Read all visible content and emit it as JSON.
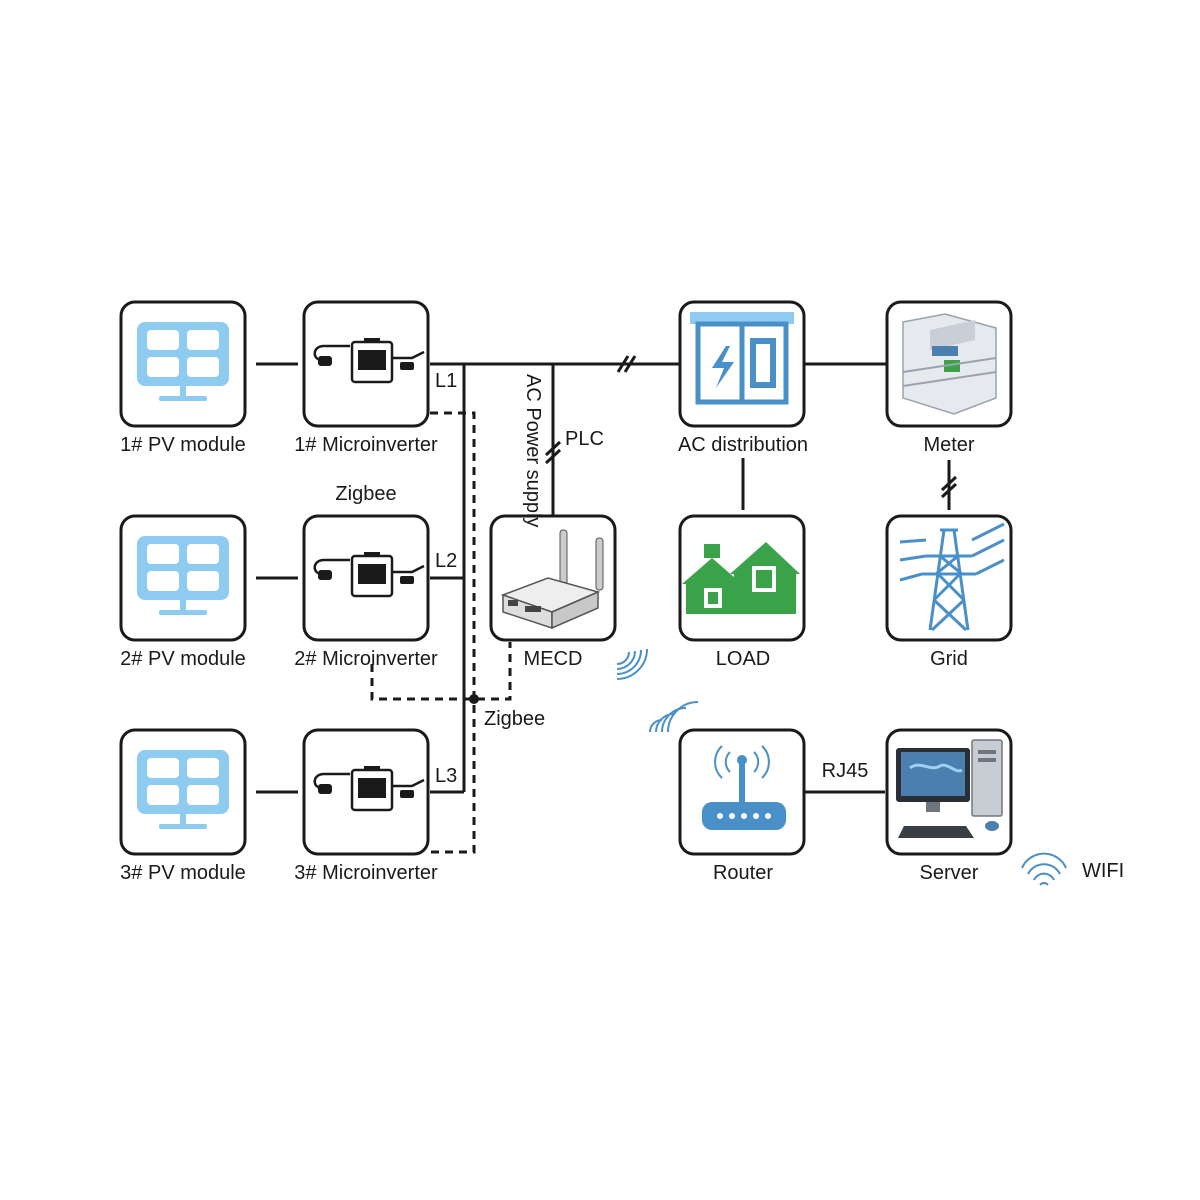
{
  "nodes": {
    "pv1": "1# PV module",
    "pv2": "2# PV module",
    "pv3": "3# PV module",
    "mi1": "1# Microinverter",
    "mi2": "2# Microinverter",
    "mi3": "3# Microinverter",
    "mecd": "MECD",
    "ac_distribution": "AC distribution",
    "meter": "Meter",
    "load": "LOAD",
    "grid": "Grid",
    "router": "Router",
    "server": "Server"
  },
  "edge_labels": {
    "l1": "L1",
    "l2": "L2",
    "l3": "L3",
    "ac_power_supply": "AC Power supply",
    "plc": "PLC",
    "zigbee_top": "Zigbee",
    "zigbee_bottom": "Zigbee",
    "rj45": "RJ45"
  },
  "legend": {
    "wifi": "WIFI"
  },
  "icons": {
    "pv": "solar-panel-icon",
    "microinverter": "microinverter-icon",
    "mecd": "gateway-icon",
    "ac_distribution": "electrical-cabinet-icon",
    "meter": "energy-meter-icon",
    "load": "house-icon",
    "grid": "power-tower-icon",
    "router": "router-icon",
    "server": "desktop-computer-icon",
    "wifi": "wifi-icon"
  },
  "colors": {
    "line": "#1a1a1a",
    "solar_blue": "#8ecbf0",
    "icon_blue": "#4a90c8",
    "house_green": "#3aa34a"
  }
}
